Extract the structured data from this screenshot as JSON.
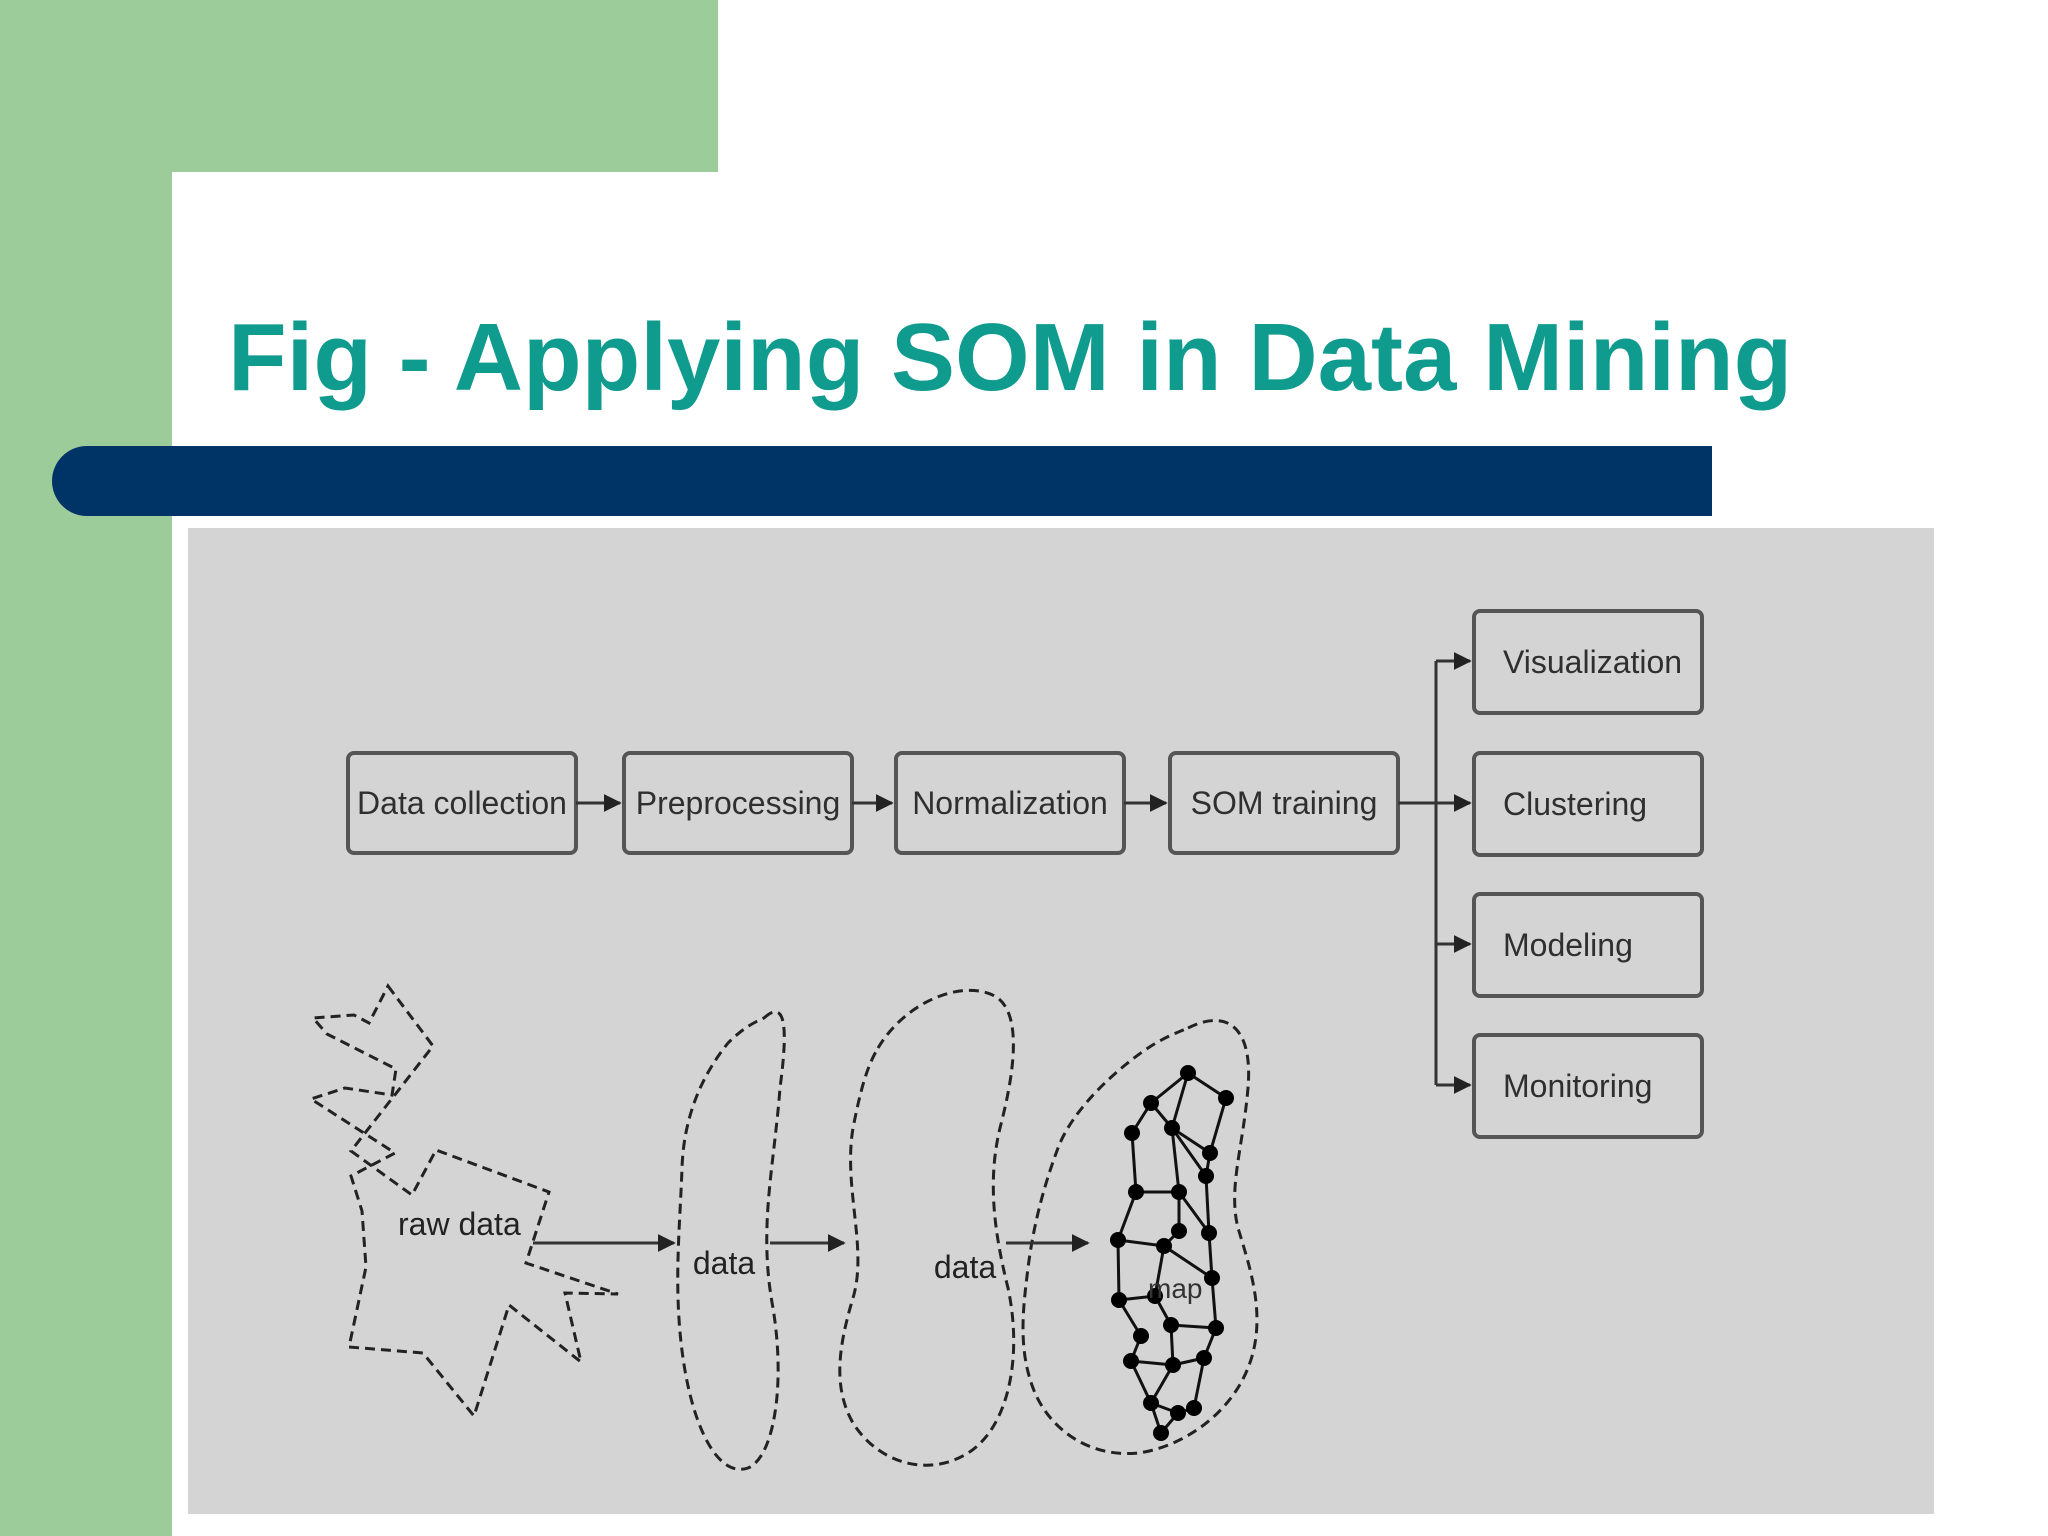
{
  "slide": {
    "title": "Fig - Applying SOM in Data Mining",
    "colors": {
      "title": "#0f9b8e",
      "accent_bar": "#003366",
      "side_band": "#9dcc9b",
      "figure_background": "#d4d4d4"
    }
  },
  "diagram": {
    "pipeline": [
      "Data collection",
      "Preprocessing",
      "Normalization",
      "SOM training"
    ],
    "outputs": [
      "Visualization",
      "Clustering",
      "Modeling",
      "Monitoring"
    ],
    "illustration": {
      "raw_data_label": "raw data",
      "data_label_1": "data",
      "data_label_2": "data",
      "map_label": "map"
    }
  }
}
